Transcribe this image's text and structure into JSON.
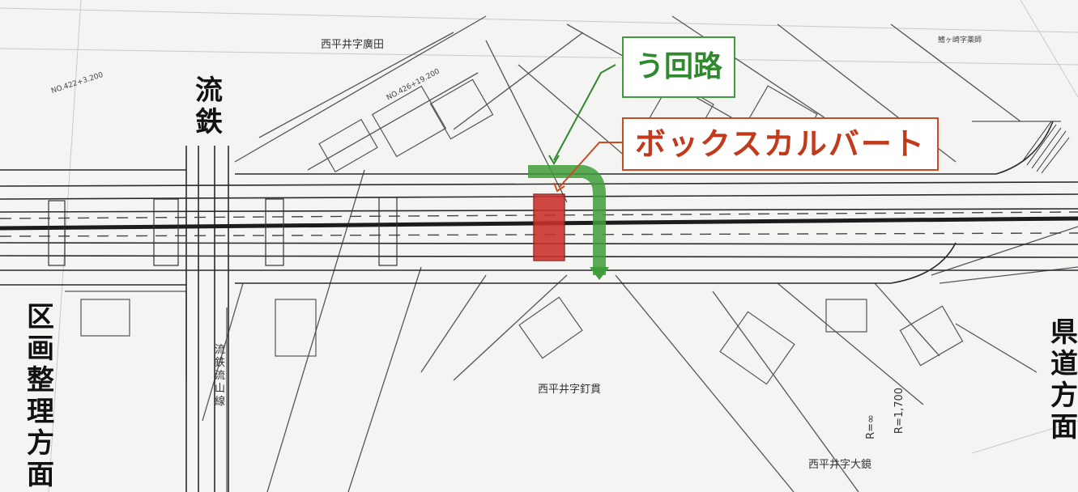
{
  "labels": {
    "ryutetsu": "流鉄",
    "kukaku": "区画整理方面",
    "kendo": "県道方面",
    "ryutetsu_line": "流鉄流山線",
    "hirai_koroda": "西平井字廣田",
    "hirai_kugi": "西平井字釘貫",
    "hirai_okagami": "西平井字大鏡",
    "no_422": "NO.422+3.200",
    "no_426": "NO.426+19.200",
    "curve_r": "R=∞",
    "curve_r2": "R=1,700",
    "top_right_small": "鰭ヶ崎字薬師"
  },
  "callouts": {
    "detour": "う回路",
    "box_culvert": "ボックスカルバート"
  },
  "colors": {
    "detour": "#3f9c3a",
    "box_culvert": "#c23a1c",
    "culvert_fill": "#c9302c",
    "road_line": "#2a2a2a"
  }
}
